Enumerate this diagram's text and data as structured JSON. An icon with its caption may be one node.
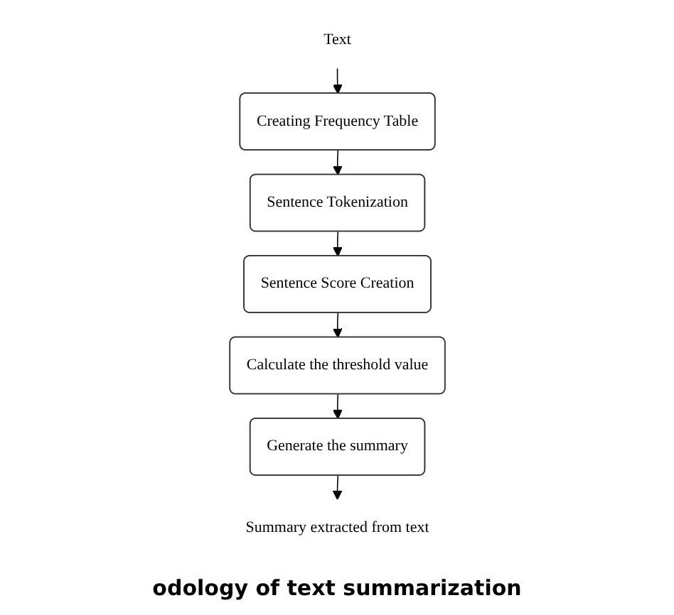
{
  "diagram": {
    "caption": "odology of text summarization",
    "nodes": [
      {
        "text": [
          "Text"
        ]
      },
      {
        "text": [
          "Creating Frequency Table"
        ]
      },
      {
        "text": [
          "Sentence Tokenization"
        ]
      },
      {
        "text": [
          "Sentence Score Creation"
        ]
      },
      {
        "text": [
          "Calculate the threshold value"
        ]
      },
      {
        "text": [
          "Generate the summary"
        ]
      },
      {
        "text": [
          "Summary extracted from text"
        ]
      }
    ],
    "edges": [
      {
        "from": 0,
        "to": 1,
        "arrow": "to"
      },
      {
        "from": 1,
        "to": 2,
        "arrow": "to"
      },
      {
        "from": 2,
        "to": 3,
        "arrow": "to"
      },
      {
        "from": 3,
        "to": 4,
        "arrow": "to"
      },
      {
        "from": 4,
        "to": 5,
        "arrow": "to"
      },
      {
        "from": 5,
        "to": 6,
        "arrow": "to"
      }
    ]
  }
}
